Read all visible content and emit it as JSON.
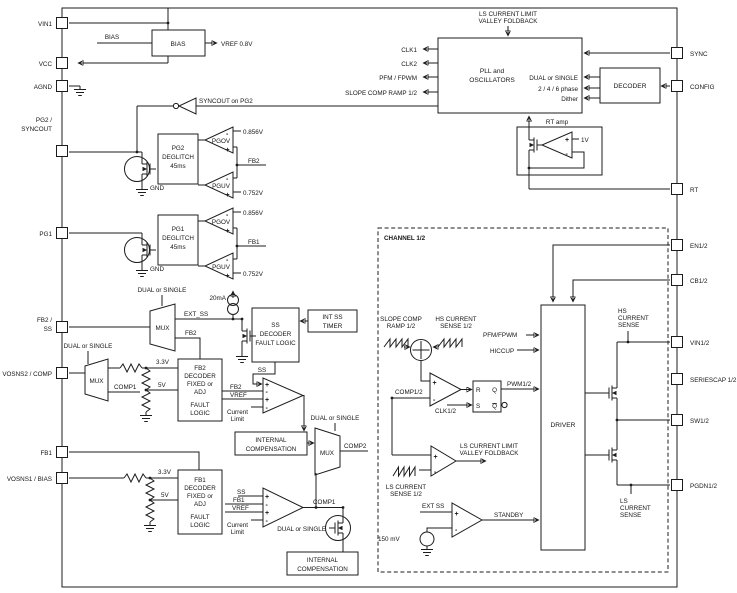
{
  "colors": {
    "line": "#1c1c1c",
    "text": "#161616",
    "background": "#ffffff"
  },
  "pins": {
    "left": [
      "VIN1",
      "VCC",
      "AGND",
      "PG2 /",
      "SYNCOUT",
      "PG1",
      "FB2 /",
      "SS",
      "VOSNS2 / COMP",
      "FB1",
      "VOSNS1 / BIAS"
    ],
    "right": [
      "SYNC",
      "CONFIG",
      "RT",
      "EN1/2",
      "CB1/2",
      "VIN1/2",
      "SERIESCAP 1/2",
      "SW1/2",
      "PGDN1/2"
    ]
  },
  "blocks": {
    "bias": "BIAS",
    "pll": [
      "PLL and",
      "OSCILLATORS"
    ],
    "decoder": "DECODER",
    "rt_amp": "RT amp",
    "pg2": [
      "PG2",
      "DEGLITCH",
      "45ms"
    ],
    "pg1": [
      "PG1",
      "DEGLITCH",
      "45ms"
    ],
    "ss_decoder": [
      "SS",
      "DECODER",
      "FAULT LOGIC"
    ],
    "int_ss_timer": [
      "INT SS",
      "TIMER"
    ],
    "fb2_decoder": [
      "FB2",
      "DECODER",
      "FIXED or",
      "ADJ",
      "FAULT",
      "LOGIC"
    ],
    "fb1_decoder": [
      "FB1",
      "DECODER",
      "FIXED or",
      "ADJ",
      "FAULT",
      "LOGIC"
    ],
    "internal_comp": [
      "INTERNAL",
      "COMPENSATION"
    ],
    "driver": "DRIVER",
    "channel": "CHANNEL 1/2"
  },
  "labels": {
    "ls_foldback": [
      "LS CURRENT LIMIT",
      "VALLEY FOLDBACK"
    ],
    "clk1": "CLK1",
    "clk2": "CLK2",
    "pfm_fpwm_sp": "PFM / FPWM",
    "slope_ramp": "SLOPE COMP RAMP 1/2",
    "dual_single": "DUAL or SINGLE",
    "phase": "2 / 4 / 6 phase",
    "dither": "Dither",
    "syncout": "SYNCOUT  on PG2",
    "bias_in": "BIAS",
    "vref08": "VREF 0.8V",
    "v1": "1V",
    "v0856": "0.856V",
    "v0752": "0.752V",
    "fb2": "FB2",
    "fb1": "FB1",
    "pgov": "PGOV",
    "pguv": "PGUV",
    "gnd": "GND",
    "i20": "20mA",
    "ext_ss_u": "EXT_SS",
    "v33": "3.3V",
    "v5": "5V",
    "mux": "MUX",
    "comp1": "COMP1",
    "comp2": "COMP2",
    "ss": "SS",
    "vref": "VREF",
    "current": "Current",
    "limit": "Limit",
    "slope2": [
      "SLOPE COMP",
      "RAMP 1/2"
    ],
    "hs_cs": [
      "HS CURRENT",
      "SENSE 1/2"
    ],
    "comp12": "COMP1/2",
    "clk12": "CLK1/2",
    "pwm12": "PWM1/2",
    "r": "R",
    "s": "S",
    "q": "Q",
    "qb": "Q",
    "pfm_fpwm": "PFM/FPWM",
    "hiccup": "HICCUP",
    "ls_cs": [
      "LS CURRENT",
      "SENSE 1/2"
    ],
    "ext_ss_sp": "EXT SS",
    "mv150": "150 mV",
    "standby": "STANDBY",
    "hs_sense": [
      "HS",
      "CURRENT",
      "SENSE"
    ],
    "ls_sense": [
      "LS",
      "CURRENT",
      "SENSE"
    ],
    "plus": "+",
    "minus": "-"
  }
}
